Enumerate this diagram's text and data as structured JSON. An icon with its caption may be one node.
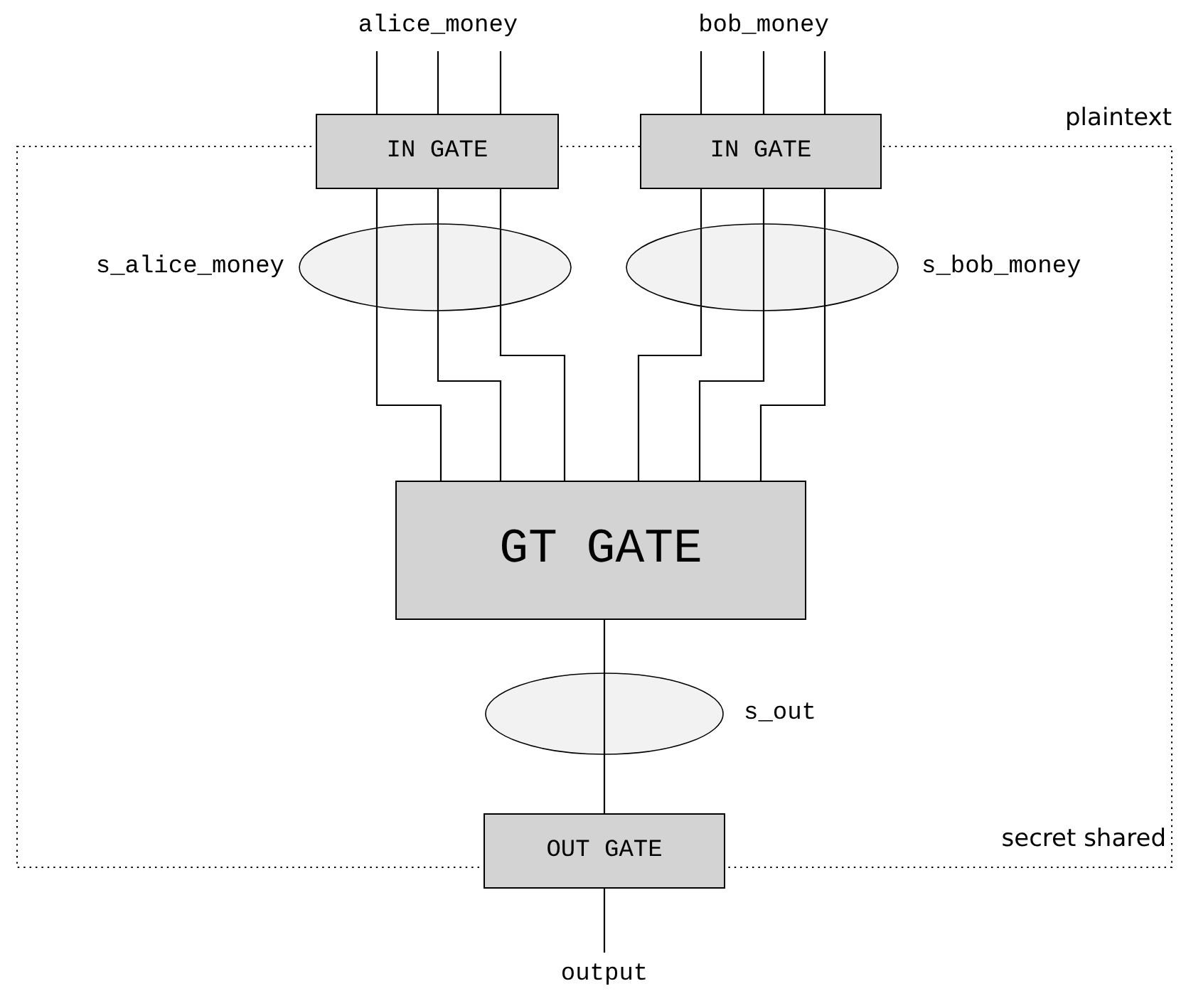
{
  "diagram": {
    "nodes": [
      {
        "text": [
          "alice_money"
        ]
      },
      {
        "text": [
          "bob_money"
        ]
      },
      {
        "text": [
          "IN GATE"
        ]
      },
      {
        "text": [
          "IN GATE"
        ]
      },
      {
        "text": [],
        "shape": "ellipse",
        "beside": [
          "s_alice_money"
        ]
      },
      {
        "text": [],
        "shape": "ellipse",
        "beside": [
          "s_bob_money"
        ]
      },
      {
        "text": [
          "GT GATE"
        ]
      },
      {
        "text": [],
        "shape": "ellipse",
        "beside": [
          "s_out"
        ]
      },
      {
        "text": [
          "OUT GATE"
        ]
      },
      {
        "text": [
          "output"
        ]
      }
    ],
    "edges": [
      {
        "from": 0,
        "to": 2,
        "arrow": "none"
      },
      {
        "from": 0,
        "to": 2,
        "arrow": "none"
      },
      {
        "from": 0,
        "to": 2,
        "arrow": "none"
      },
      {
        "from": 1,
        "to": 3,
        "arrow": "none"
      },
      {
        "from": 1,
        "to": 3,
        "arrow": "none"
      },
      {
        "from": 1,
        "to": 3,
        "arrow": "none"
      },
      {
        "from": 2,
        "to": 4,
        "arrow": "none"
      },
      {
        "from": 2,
        "to": 4,
        "arrow": "none"
      },
      {
        "from": 2,
        "to": 4,
        "arrow": "none"
      },
      {
        "from": 3,
        "to": 5,
        "arrow": "none"
      },
      {
        "from": 3,
        "to": 5,
        "arrow": "none"
      },
      {
        "from": 3,
        "to": 5,
        "arrow": "none"
      },
      {
        "from": 4,
        "to": 6,
        "arrow": "none"
      },
      {
        "from": 4,
        "to": 6,
        "arrow": "none"
      },
      {
        "from": 4,
        "to": 6,
        "arrow": "none"
      },
      {
        "from": 5,
        "to": 6,
        "arrow": "none"
      },
      {
        "from": 5,
        "to": 6,
        "arrow": "none"
      },
      {
        "from": 5,
        "to": 6,
        "arrow": "none"
      },
      {
        "from": 6,
        "to": 7,
        "arrow": "none"
      },
      {
        "from": 7,
        "to": 8,
        "arrow": "none"
      },
      {
        "from": 8,
        "to": 9,
        "arrow": "none"
      }
    ],
    "labels": [
      "plaintext",
      "secret shared"
    ]
  }
}
